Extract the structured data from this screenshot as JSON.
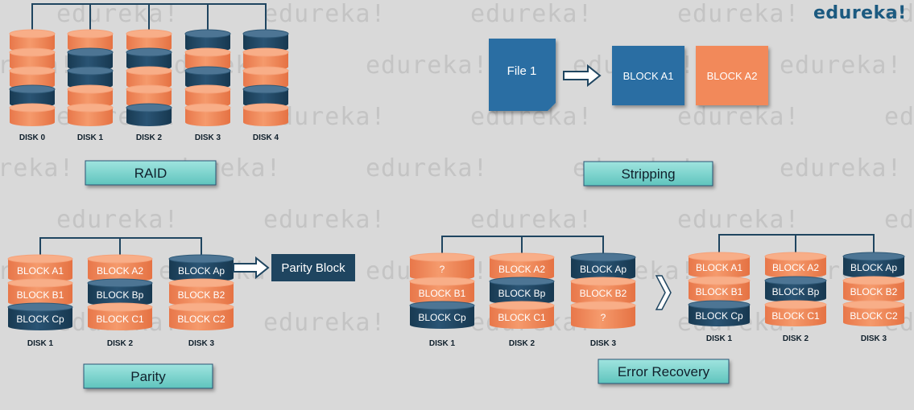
{
  "brand": {
    "logo_text": "edureka!"
  },
  "watermark_text": "edureka!",
  "colors": {
    "orange": "#f2895a",
    "navy": "#1f4560",
    "teal_label": "#7fd6d0",
    "blue_file": "#2c6ea3",
    "link_line": "#1f4560"
  },
  "raid": {
    "label": "RAID",
    "disks": [
      {
        "name": "DISK 0",
        "pattern": [
          "orange",
          "orange",
          "orange",
          "navy",
          "orange"
        ]
      },
      {
        "name": "DISK 1",
        "pattern": [
          "orange",
          "navy",
          "navy",
          "orange",
          "orange"
        ]
      },
      {
        "name": "DISK 2",
        "pattern": [
          "orange",
          "navy",
          "orange",
          "orange",
          "navy"
        ]
      },
      {
        "name": "DISK 3",
        "pattern": [
          "navy",
          "orange",
          "navy",
          "orange",
          "orange"
        ]
      },
      {
        "name": "DISK 4",
        "pattern": [
          "navy",
          "orange",
          "orange",
          "navy",
          "orange"
        ]
      }
    ]
  },
  "stripping": {
    "label": "Stripping",
    "file_label": "File 1",
    "block_a1": "BLOCK A1",
    "block_a2": "BLOCK A2"
  },
  "parity": {
    "label": "Parity",
    "parity_block_label": "Parity Block",
    "disks": [
      {
        "name": "DISK 1",
        "blocks": [
          {
            "text": "BLOCK A1",
            "color": "orange"
          },
          {
            "text": "BLOCK B1",
            "color": "orange"
          },
          {
            "text": "BLOCK Cp",
            "color": "navy"
          }
        ]
      },
      {
        "name": "DISK 2",
        "blocks": [
          {
            "text": "BLOCK A2",
            "color": "orange"
          },
          {
            "text": "BLOCK Bp",
            "color": "navy"
          },
          {
            "text": "BLOCK C1",
            "color": "orange"
          }
        ]
      },
      {
        "name": "DISK 3",
        "blocks": [
          {
            "text": "BLOCK Ap",
            "color": "navy"
          },
          {
            "text": "BLOCK B2",
            "color": "orange"
          },
          {
            "text": "BLOCK C2",
            "color": "orange"
          }
        ]
      }
    ]
  },
  "error_recovery": {
    "label": "Error Recovery",
    "before": [
      {
        "name": "DISK 1",
        "blocks": [
          {
            "text": "?",
            "color": "orange"
          },
          {
            "text": "BLOCK B1",
            "color": "orange"
          },
          {
            "text": "BLOCK Cp",
            "color": "navy"
          }
        ]
      },
      {
        "name": "DISK 2",
        "blocks": [
          {
            "text": "BLOCK A2",
            "color": "orange"
          },
          {
            "text": "BLOCK Bp",
            "color": "navy"
          },
          {
            "text": "BLOCK C1",
            "color": "orange"
          }
        ]
      },
      {
        "name": "DISK 3",
        "blocks": [
          {
            "text": "BLOCK Ap",
            "color": "navy"
          },
          {
            "text": "BLOCK B2",
            "color": "orange"
          },
          {
            "text": "?",
            "color": "orange"
          }
        ]
      }
    ],
    "after": [
      {
        "name": "DISK 1",
        "blocks": [
          {
            "text": "BLOCK A1",
            "color": "orange"
          },
          {
            "text": "BLOCK B1",
            "color": "orange"
          },
          {
            "text": "BLOCK Cp",
            "color": "navy"
          }
        ]
      },
      {
        "name": "DISK 2",
        "blocks": [
          {
            "text": "BLOCK A2",
            "color": "orange"
          },
          {
            "text": "BLOCK Bp",
            "color": "navy"
          },
          {
            "text": "BLOCK C1",
            "color": "orange"
          }
        ]
      },
      {
        "name": "DISK 3",
        "blocks": [
          {
            "text": "BLOCK Ap",
            "color": "navy"
          },
          {
            "text": "BLOCK B2",
            "color": "orange"
          },
          {
            "text": "BLOCK C2",
            "color": "orange"
          }
        ]
      }
    ],
    "separator_icon": "chevron-right-icon"
  }
}
